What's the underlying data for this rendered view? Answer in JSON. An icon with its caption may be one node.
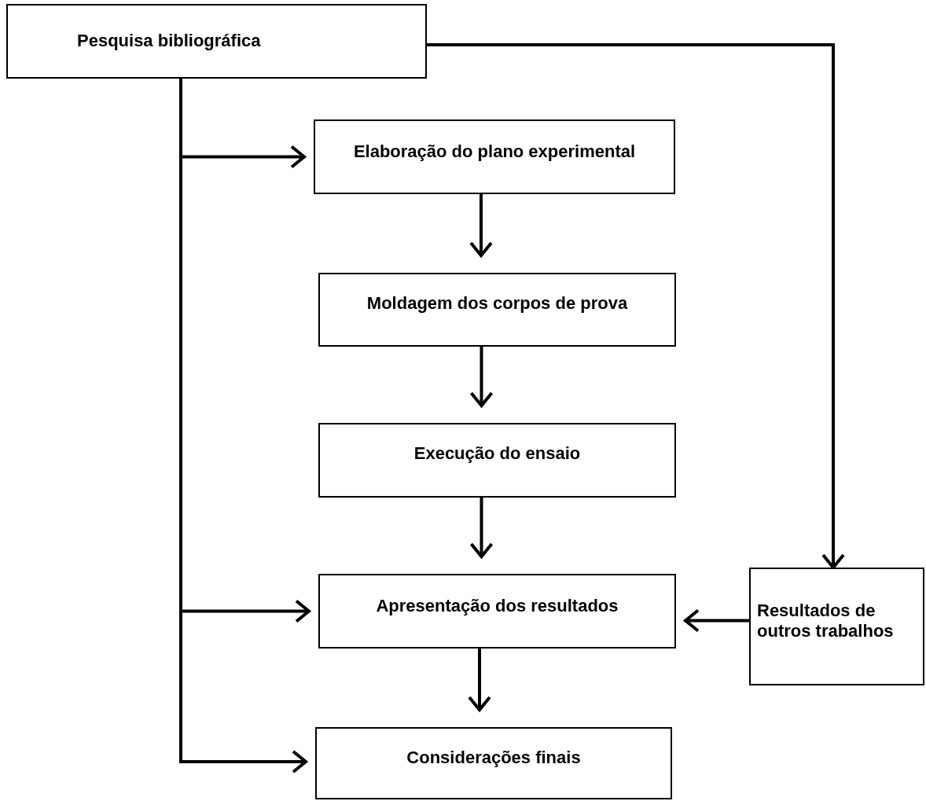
{
  "diagram": {
    "nodes": [
      {
        "text": [
          "Pesquisa bibliográfica"
        ]
      },
      {
        "text": [
          "Elaboração do plano experimental"
        ]
      },
      {
        "text": [
          "Moldagem dos corpos de prova"
        ]
      },
      {
        "text": [
          "Execução do ensaio"
        ]
      },
      {
        "text": [
          "Apresentação dos resultados"
        ]
      },
      {
        "text": [
          "Considerações finais"
        ]
      },
      {
        "text": [
          "Resultados de outros trabalhos"
        ]
      }
    ],
    "edges": [
      {
        "from": 0,
        "to": 1,
        "arrow": "to"
      },
      {
        "from": 0,
        "to": 4,
        "arrow": "to"
      },
      {
        "from": 0,
        "to": 5,
        "arrow": "to"
      },
      {
        "from": 0,
        "to": 6,
        "arrow": "to"
      },
      {
        "from": 1,
        "to": 2,
        "arrow": "to"
      },
      {
        "from": 2,
        "to": 3,
        "arrow": "to"
      },
      {
        "from": 3,
        "to": 4,
        "arrow": "to"
      },
      {
        "from": 4,
        "to": 5,
        "arrow": "to"
      },
      {
        "from": 6,
        "to": 4,
        "arrow": "to"
      }
    ]
  }
}
